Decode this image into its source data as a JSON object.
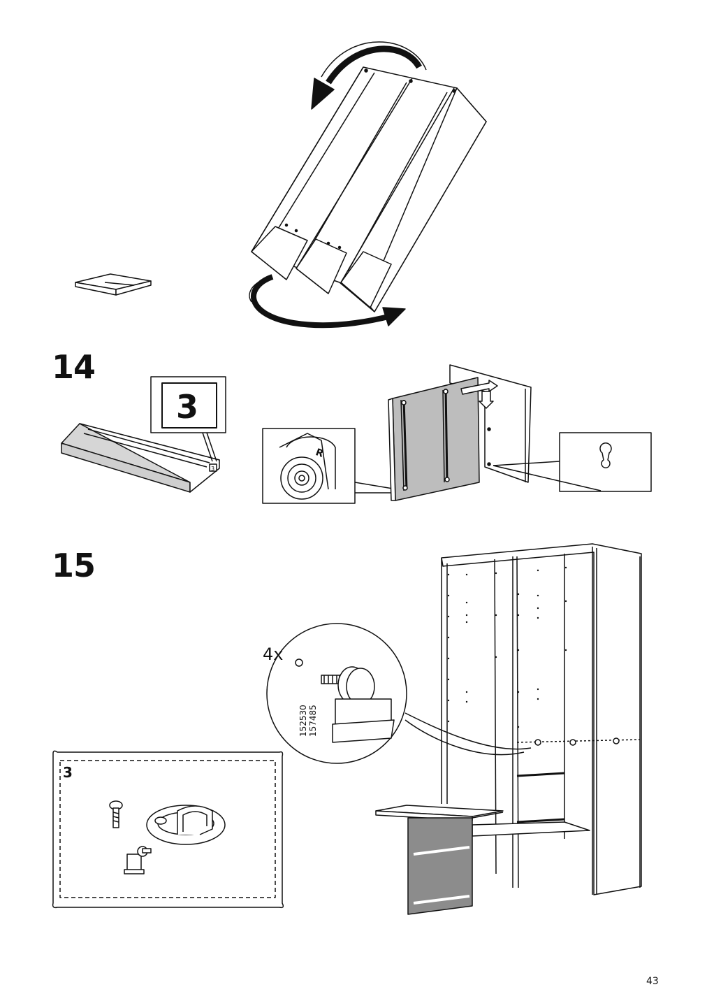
{
  "steps": [
    {
      "number": "14"
    },
    {
      "number": "15"
    }
  ],
  "step14": {
    "bag_label": "3",
    "bag_small_label": "3",
    "rail_mark": "R"
  },
  "step15": {
    "quantity": "4x",
    "part_numbers": [
      "152530",
      "157485"
    ],
    "bag_label": "3"
  },
  "page_number": "43",
  "colors": {
    "line": "#111111",
    "panel_gray": "#bdbdbd",
    "dark_gray": "#8c8c8c"
  }
}
